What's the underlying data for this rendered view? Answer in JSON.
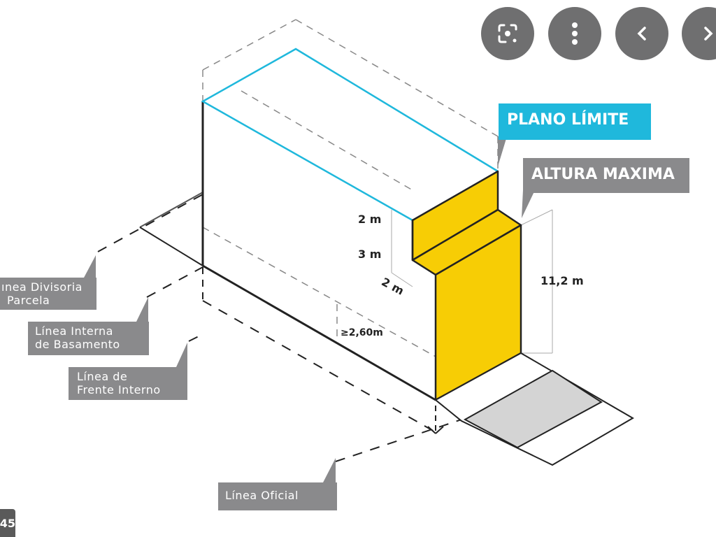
{
  "diagram": {
    "labels": {
      "plano_limite": "PLANO LÍMITE",
      "altura_maxima": "ALTURA MAXIMA",
      "linea_divisoria": "ınea Divisoria",
      "linea_divisoria_2": "Parcela",
      "linea_interna_1": "Línea Interna",
      "linea_interna_2": "de Basamento",
      "linea_frente_1": "Línea de",
      "linea_frente_2": "Frente Interno",
      "linea_oficial": "Línea Oficial"
    },
    "measurements": {
      "setback_upper": "2 m",
      "step_height": "3 m",
      "setback_lower": "2 m",
      "max_height": "11,2 m",
      "min_height": "≥2,60m"
    },
    "colors": {
      "cyan": "#1fb8dc",
      "yellow": "#f7cd05",
      "gray_label": "#8a8a8c",
      "sidewalk": "#d4d4d4"
    }
  },
  "viewer": {
    "buttons": [
      "lens-search",
      "more-options",
      "previous",
      "next"
    ],
    "badge": "45"
  }
}
